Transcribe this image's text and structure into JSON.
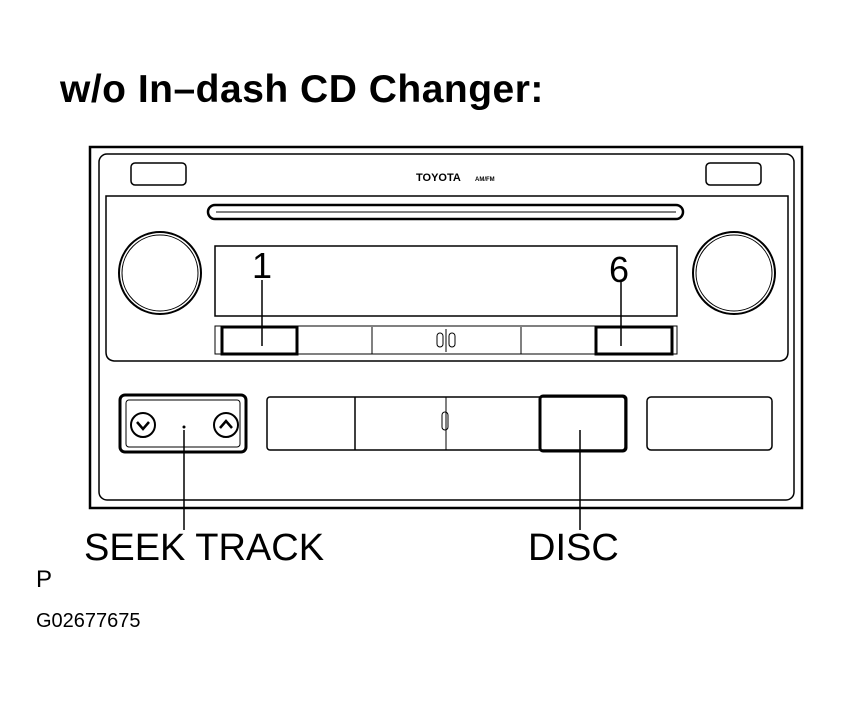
{
  "heading": "w/o In–dash CD Changer:",
  "radio": {
    "brand": "TOYOTA",
    "model": "AM/FM"
  },
  "callouts": {
    "preset_left": "1",
    "preset_right": "6",
    "seek_track": "SEEK TRACK",
    "disc": "DISC"
  },
  "footer": {
    "page_letter": "P",
    "figure_id": "G02677675"
  },
  "icons": {
    "seek_down": "chevron-down-icon",
    "seek_up": "chevron-up-icon"
  }
}
